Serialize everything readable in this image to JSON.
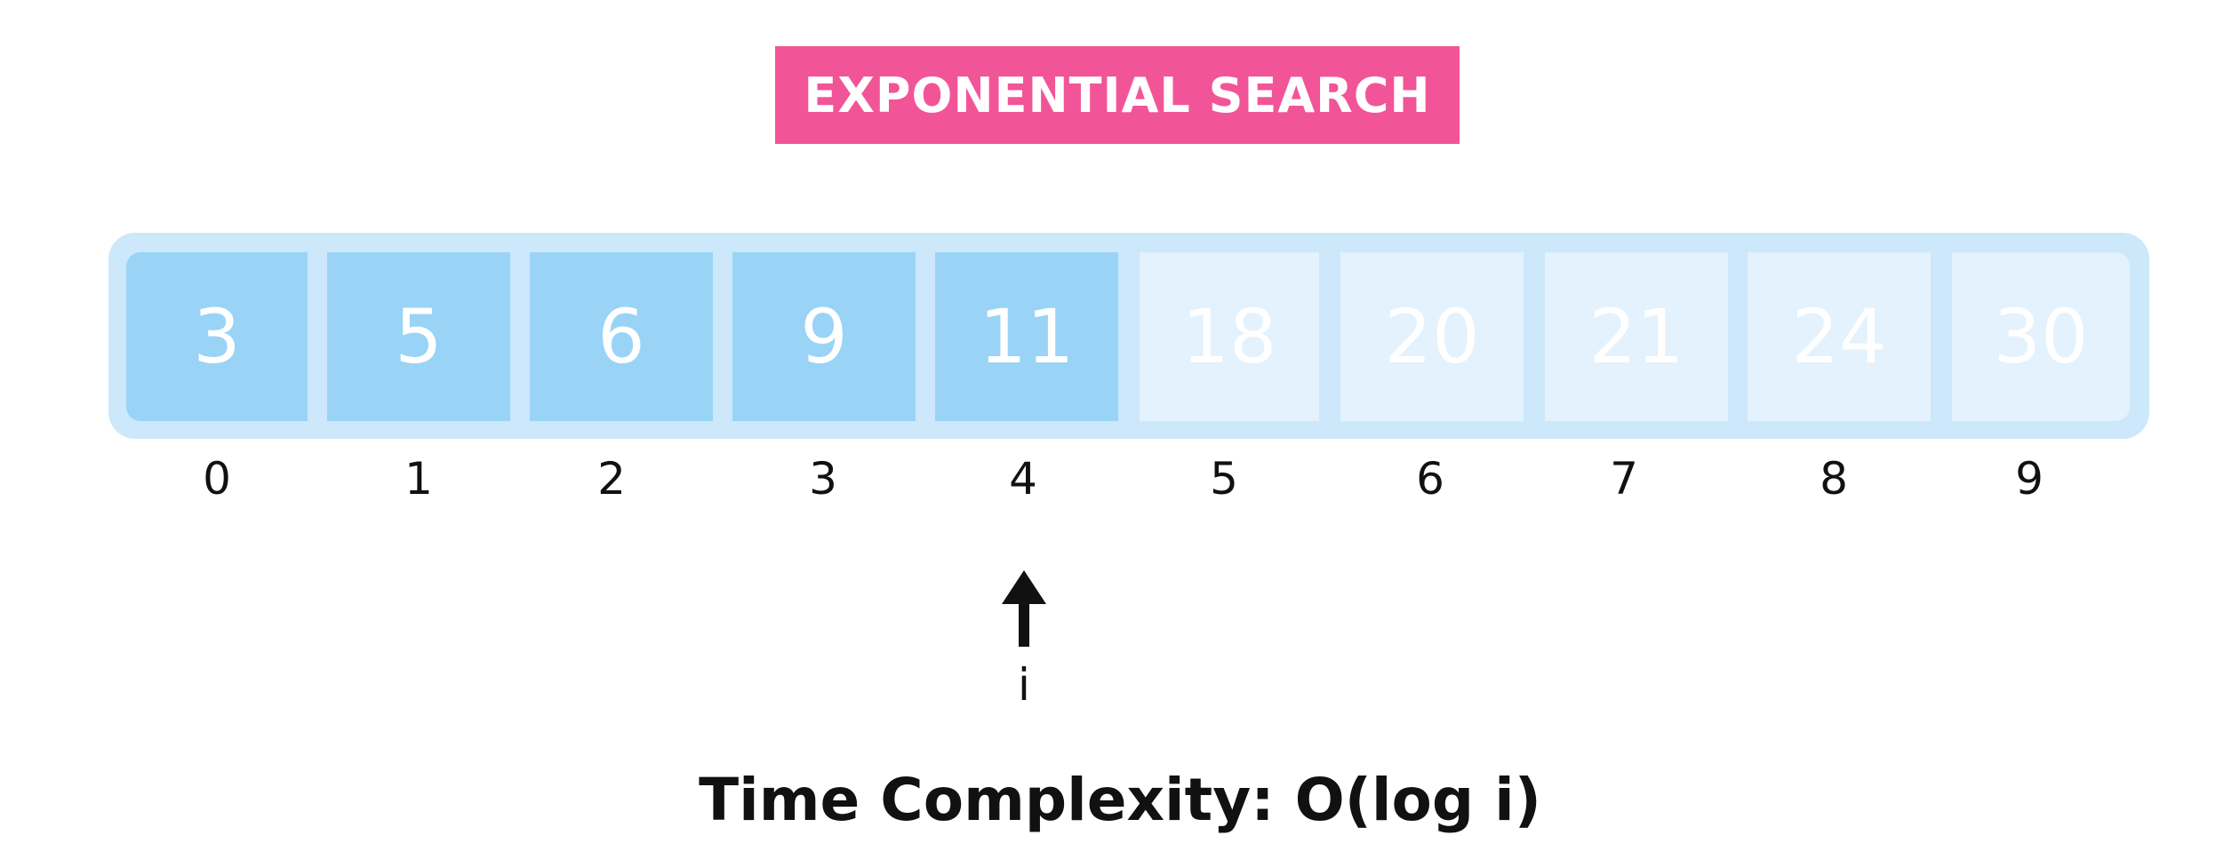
{
  "title": "EXPONENTIAL SEARCH",
  "array": {
    "values": [
      "3",
      "5",
      "6",
      "9",
      "11",
      "18",
      "20",
      "21",
      "24",
      "30"
    ],
    "indices": [
      "0",
      "1",
      "2",
      "3",
      "4",
      "5",
      "6",
      "7",
      "8",
      "9"
    ],
    "highlighted_through_index": 4
  },
  "pointer": {
    "label": "i",
    "index": 4,
    "icon": "up-arrow-icon"
  },
  "complexity": "Time Complexity: O(log i)",
  "colors": {
    "title_bg": "#f25597",
    "frame": "#cde8fa",
    "active_cell": "#99d4f6",
    "inactive_cell": "#e3f2fc"
  }
}
